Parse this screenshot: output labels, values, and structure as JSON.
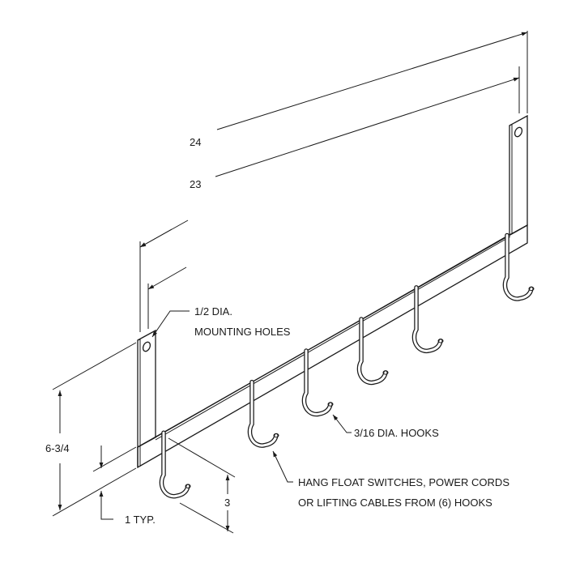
{
  "dimensions": {
    "overall_length": "24",
    "hole_spacing": "23",
    "height": "6-3/4",
    "bar_height": "1 TYP.",
    "hook_depth": "3"
  },
  "callouts": {
    "mounting_holes_line1": "1/2 DIA.",
    "mounting_holes_line2": "MOUNTING HOLES",
    "hooks": "3/16 DIA. HOOKS",
    "usage_line1": "HANG FLOAT SWITCHES, POWER CORDS",
    "usage_line2": "OR LIFTING CABLES FROM (6) HOOKS"
  },
  "hook_count": 6
}
